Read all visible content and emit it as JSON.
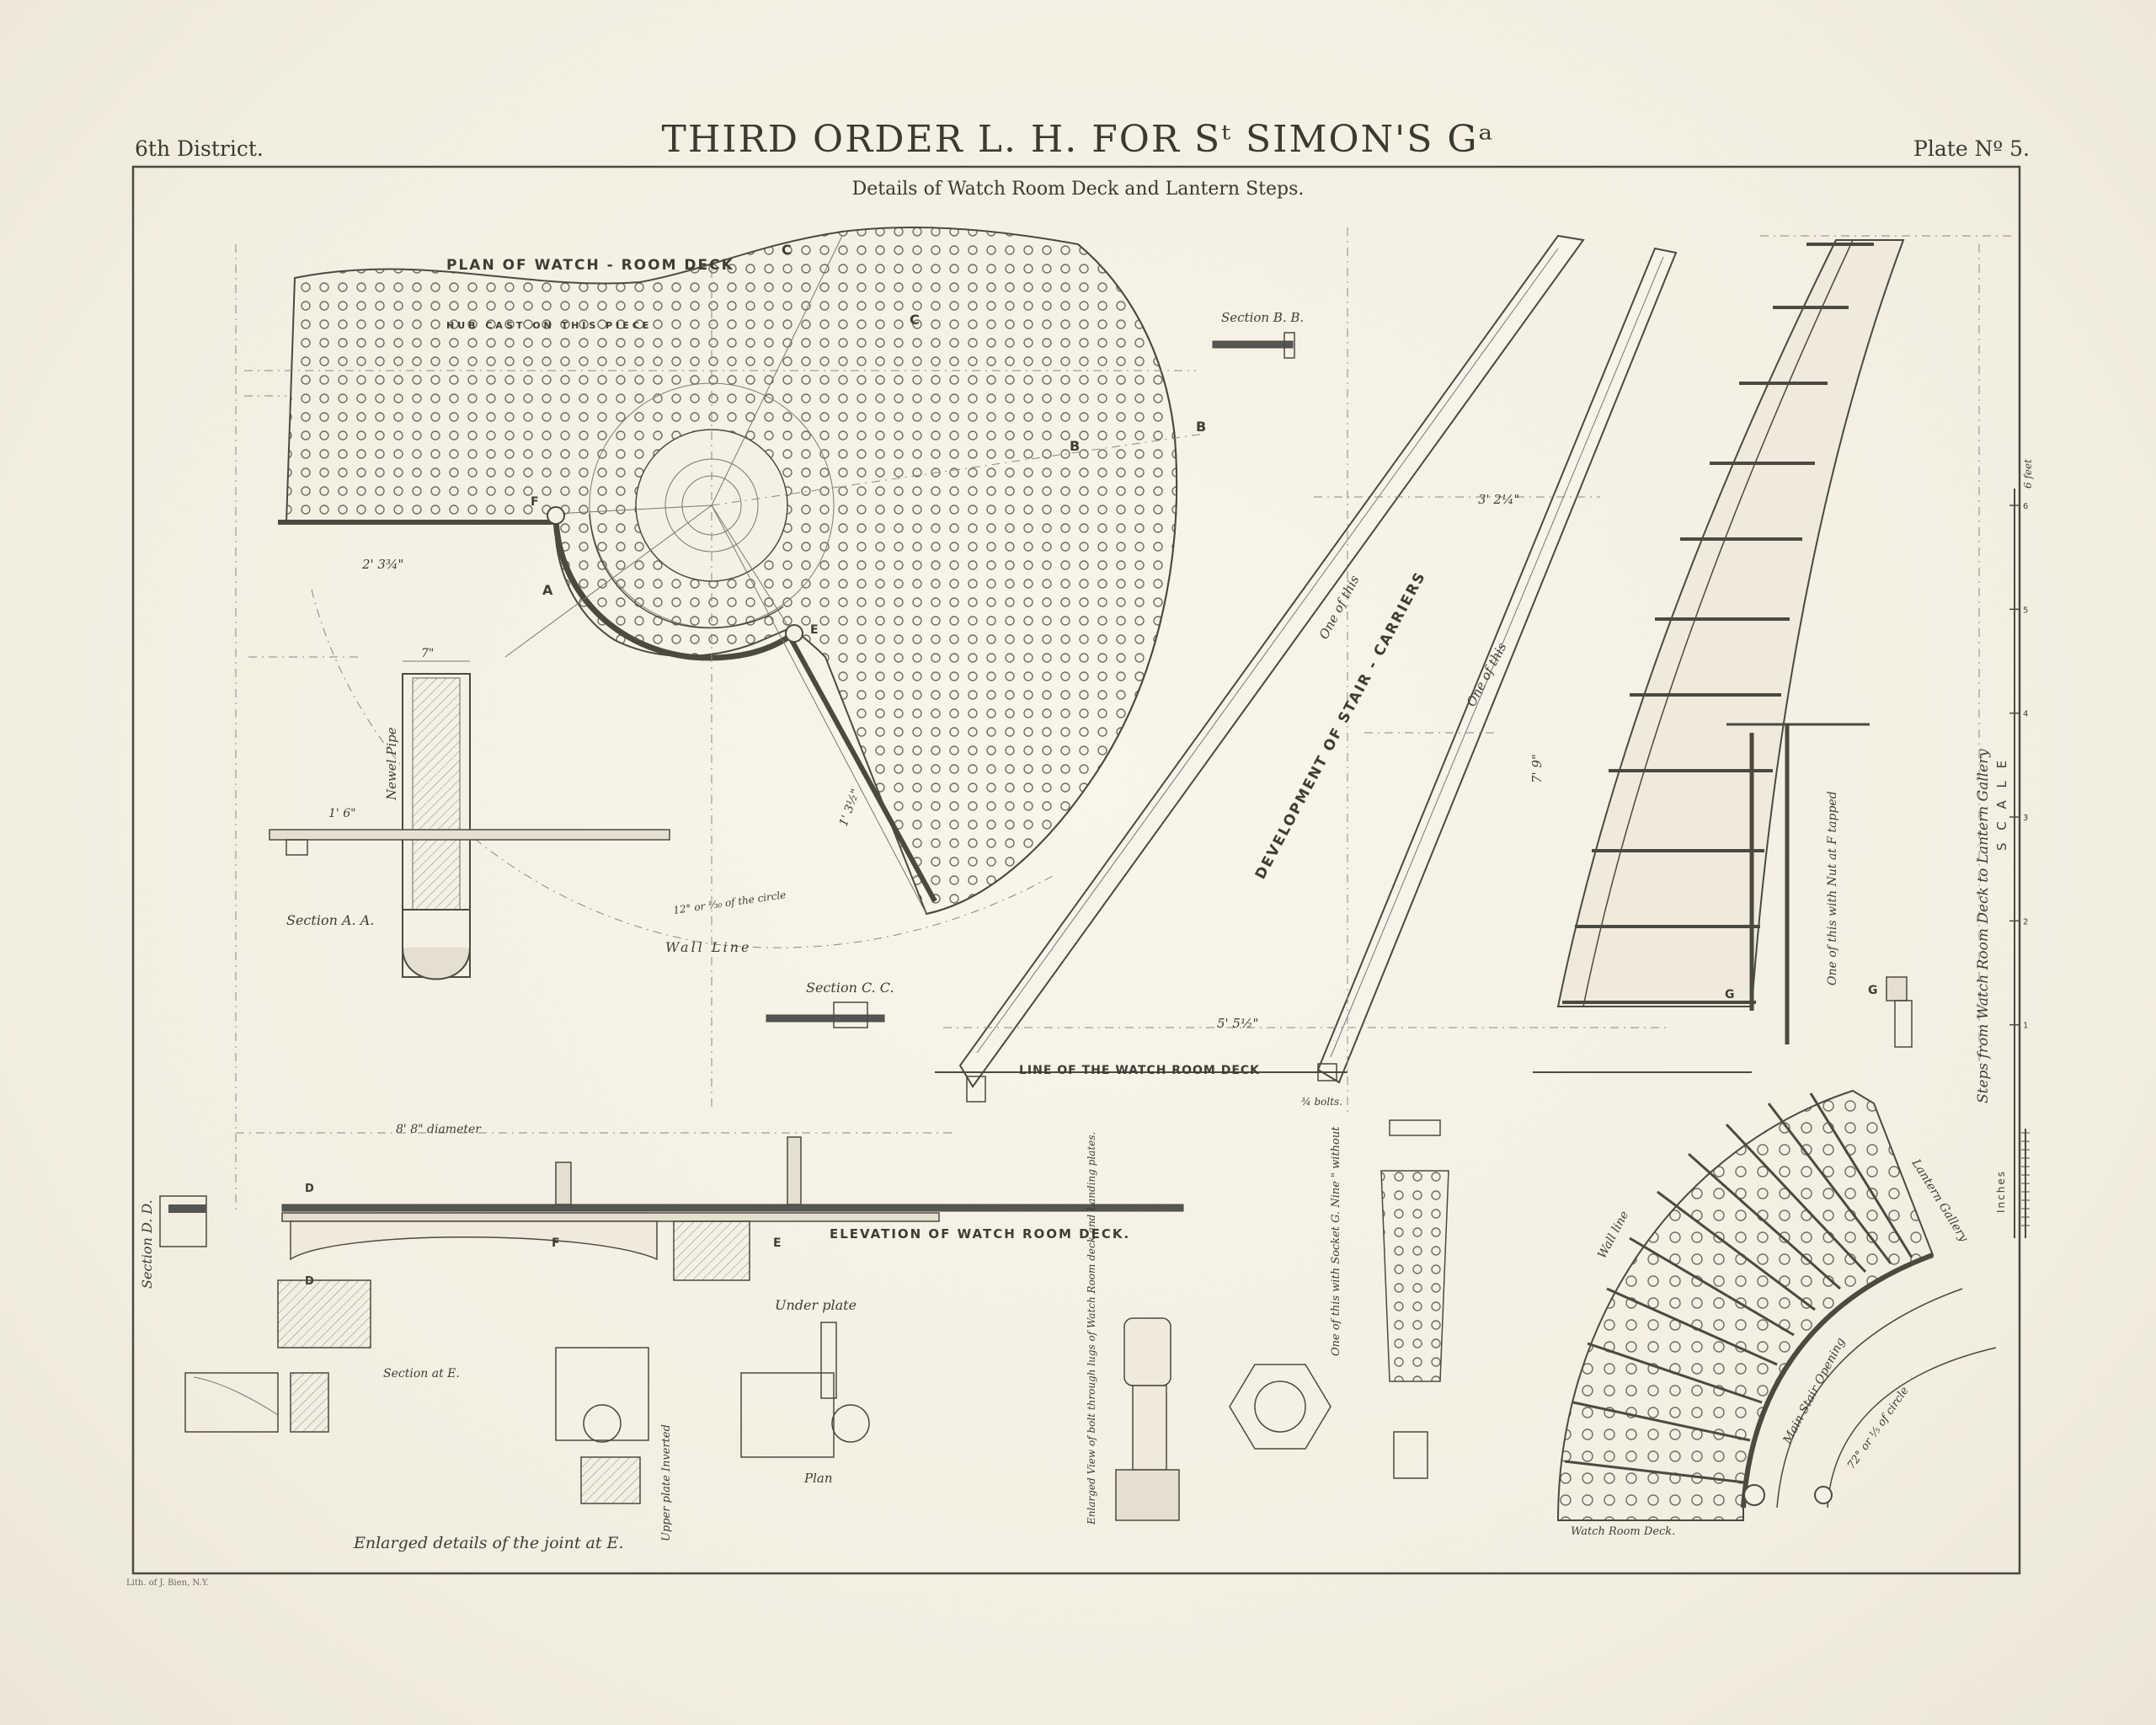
{
  "header": {
    "district": "6th District.",
    "title": "THIRD ORDER L. H. FOR Sᵗ SIMON'S Gᵃ",
    "plate": "Plate Nº 5.",
    "subtitle": "Details of Watch Room Deck and Lantern Steps."
  },
  "labels": {
    "plan_watch_room_deck": "PLAN OF WATCH - ROOM DECK",
    "hub_cast": "HUB CAST ON THIS PIECE",
    "section_aa": "Section A. A.",
    "newel_pipe": "Newel Pipe",
    "wall_line": "Wall Line",
    "circle_note": "12° or ¹⁄₃₀ of the circle",
    "section_bb": "Section B. B.",
    "section_cc": "Section C. C.",
    "development": "DEVELOPMENT OF STAIR - CARRIERS",
    "one_of_this_1": "One of this",
    "one_of_this_2": "One of this",
    "line_watch_room_deck": "LINE OF THE WATCH ROOM DECK",
    "bolts": "¾ bolts.",
    "one_with_nut": "One of this with Nut at F tapped",
    "steps_label": "Steps from Watch Room Deck to Lantern Gallery",
    "scale": "S C A L E",
    "six_feet": "6 feet",
    "inches": "Inches",
    "diameter": "8' 8\" diameter",
    "elevation": "ELEVATION OF WATCH ROOM DECK.",
    "section_dd": "Section D. D.",
    "section_e": "Section at E.",
    "enlarged_joint": "Enlarged details of the joint at E.",
    "upper_plate": "Upper plate Inverted",
    "under_plate": "Under plate",
    "plan": "Plan",
    "enlarged_bolt": "Enlarged View of bolt through lugs of Watch Room deck and Landing plates.",
    "socket_g": "One of this with Socket G. Nine \" without",
    "lantern_gallery": "Lantern Gallery",
    "wall_line_2": "Wall line",
    "main_stair_opening": "Main Stair Opening",
    "circle_72": "72° or ¹⁄₅ of circle",
    "watch_room_deck": "Watch Room Deck.",
    "credit": "Lith. of J. Bien, N.Y."
  },
  "markers": {
    "a": "A",
    "b": "B",
    "c": "C",
    "d": "D",
    "e": "E",
    "f": "F",
    "g": "G"
  },
  "dimensions": {
    "d_3_2_1_4": "3' 2¼\"",
    "d_5_5_1_2": "5' 5½\"",
    "d_7_9": "7' 9\"",
    "d_1_6": "1' 6\"",
    "d_2_3_3_4": "2' 3¾\"",
    "d_7": "7\"",
    "d_1_3_1_2": "1' 3½\""
  },
  "scale_ticks": [
    "1",
    "2",
    "3",
    "4",
    "5",
    "6"
  ],
  "colors": {
    "paper": "#f4f0e3",
    "ink": "#4a4a40"
  }
}
